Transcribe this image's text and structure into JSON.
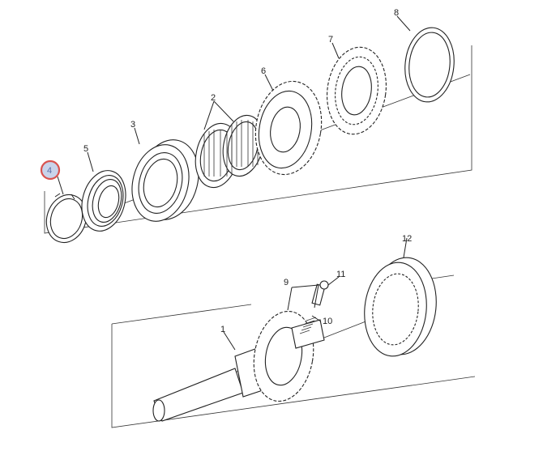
{
  "diagram": {
    "highlighted_label": "4",
    "highlight_color": "#d9534f",
    "highlight_fill": "#c9d3ea",
    "labels": {
      "p1": "1",
      "p2": "2",
      "p3": "3",
      "p4": "4",
      "p5": "5",
      "p6": "6",
      "p7": "7",
      "p8": "8",
      "p9": "9",
      "p10": "10",
      "p11": "11",
      "p12": "12"
    }
  }
}
